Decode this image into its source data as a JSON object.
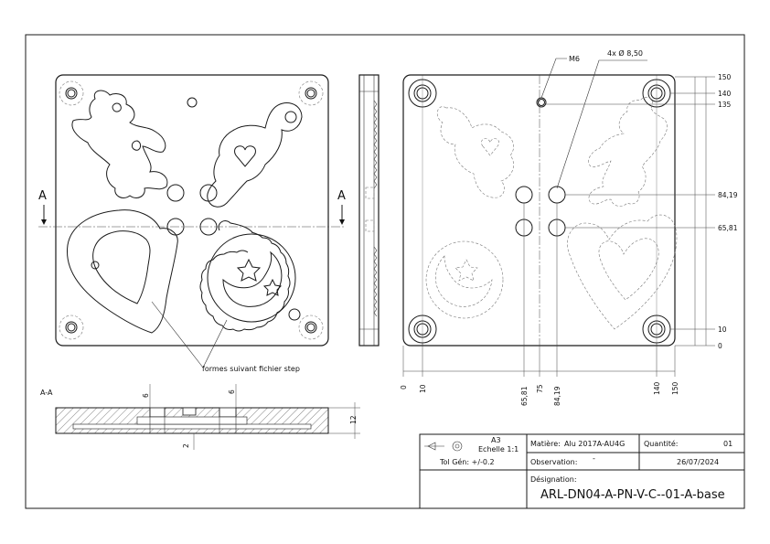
{
  "section_marker": "A",
  "section_view_label": "A-A",
  "front_view_note": "formes suivant fichier step",
  "plan_annotations": {
    "thread_callout": "M6",
    "hole_callout": "4x Ø 8,50"
  },
  "vertical_dimensions": [
    "150",
    "140",
    "135",
    "84,19",
    "65,81",
    "10",
    "0"
  ],
  "horizontal_dimensions": [
    "0",
    "10",
    "65,81",
    "75",
    "84,19",
    "140",
    "150"
  ],
  "section_dimensions": {
    "pocket_depth_left": "6",
    "pocket_depth_right": "6",
    "thickness": "12",
    "step": "2"
  },
  "title_block": {
    "sheet_size": "A3",
    "scale": "Echelle 1:1",
    "tolerance": "Tol Gén: +/-0.2",
    "material_label": "Matière:",
    "material_value": "Alu 2017A-AU4G",
    "quantity_label": "Quantité:",
    "quantity_value": "01",
    "observation_label": "Observation:",
    "observation_value": "-",
    "date": "26/07/2024",
    "designation_label": "Désignation:",
    "designation_value": "ARL-DN04-A-PN-V-C--01-A-base"
  }
}
